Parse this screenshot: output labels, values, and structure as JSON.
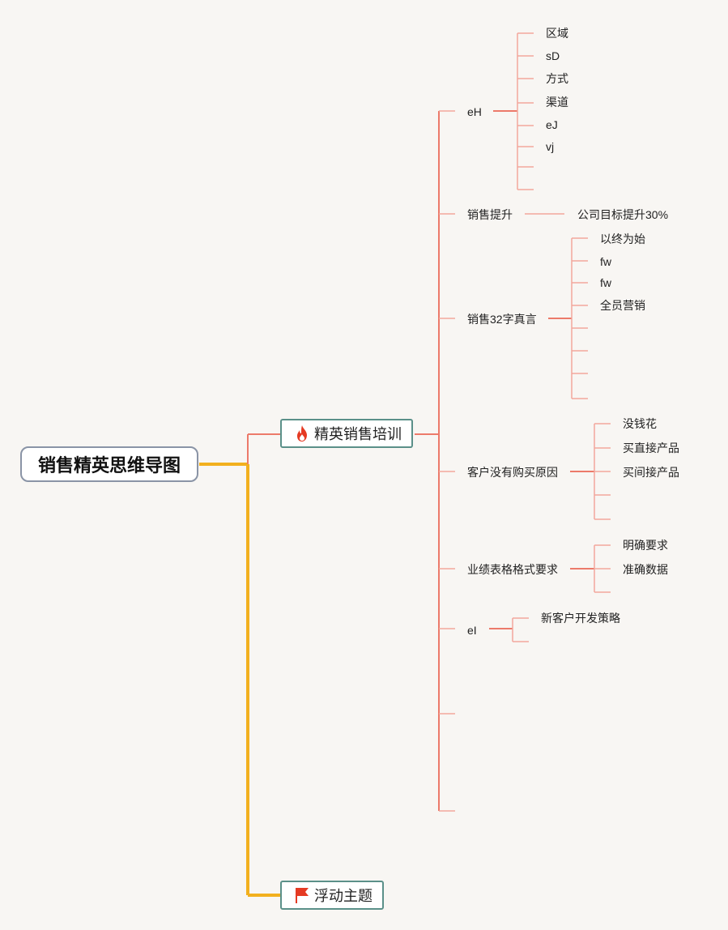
{
  "root": {
    "label": "销售精英思维导图"
  },
  "topics": {
    "training": {
      "label": "精英销售培训",
      "icon": "fire-icon",
      "color": "#e53a23"
    },
    "floating": {
      "label": "浮动主题",
      "icon": "flag-icon",
      "color": "#e53a23"
    }
  },
  "colors": {
    "root_line": "#f2b01e",
    "branch_line": "#ec7a6a",
    "leaf_line": "#f2a79c",
    "topic_border": "#5b9089"
  },
  "branches": [
    {
      "label": "eH",
      "children": [
        "区域",
        "sD",
        "方式",
        "渠道",
        "eJ",
        "vj",
        "",
        ""
      ]
    },
    {
      "label": "销售提升",
      "children": [
        "公司目标提升30%"
      ]
    },
    {
      "label": "销售32字真言",
      "children": [
        "以终为始",
        "fw",
        "fw",
        "全员营销",
        "",
        "",
        "",
        ""
      ]
    },
    {
      "label": "客户没有购买原因",
      "children": [
        "没钱花",
        "买直接产品",
        "买间接产品",
        "",
        ""
      ]
    },
    {
      "label": "业绩表格格式要求",
      "children": [
        "明确要求",
        "准确数据",
        ""
      ]
    },
    {
      "label": "eI",
      "children": [
        "新客户开发策略",
        ""
      ]
    },
    {
      "label": "",
      "children": []
    },
    {
      "label": "",
      "children": []
    }
  ]
}
